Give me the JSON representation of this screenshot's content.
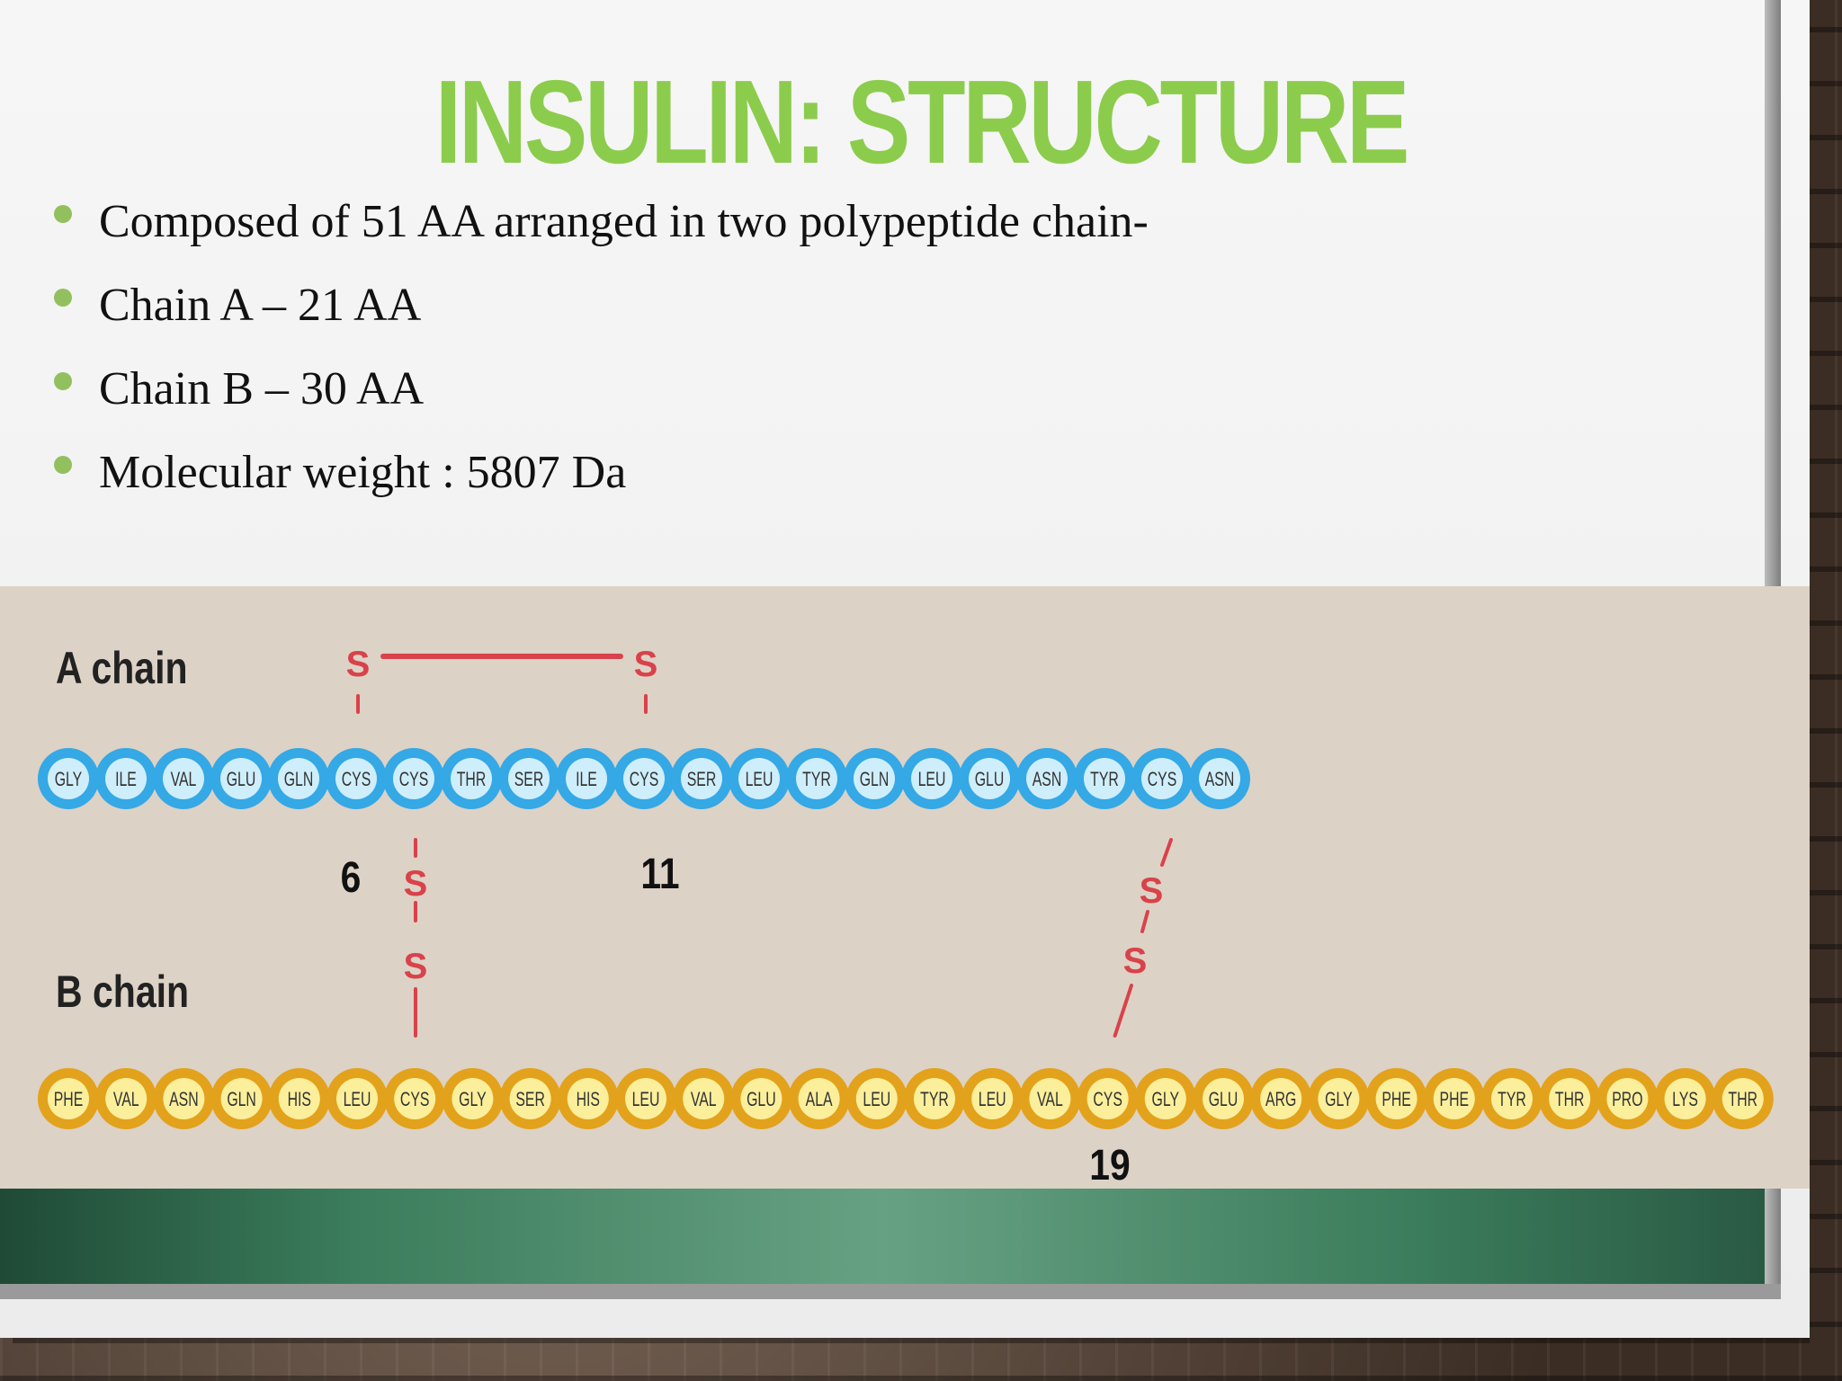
{
  "title": "INSULIN: STRUCTURE",
  "bullets": [
    "Composed of 51 AA arranged in two polypeptide chain-",
    "Chain A – 21 AA",
    "Chain B – 30 AA",
    "Molecular weight : 5807 Da"
  ],
  "diagram": {
    "a_chain_label": "A chain",
    "b_chain_label": "B chain",
    "a_chain": [
      "GLY",
      "ILE",
      "VAL",
      "GLU",
      "GLN",
      "CYS",
      "CYS",
      "THR",
      "SER",
      "ILE",
      "CYS",
      "SER",
      "LEU",
      "TYR",
      "GLN",
      "LEU",
      "GLU",
      "ASN",
      "TYR",
      "CYS",
      "ASN"
    ],
    "b_chain": [
      "PHE",
      "VAL",
      "ASN",
      "GLN",
      "HIS",
      "LEU",
      "CYS",
      "GLY",
      "SER",
      "HIS",
      "LEU",
      "VAL",
      "GLU",
      "ALA",
      "LEU",
      "TYR",
      "LEU",
      "VAL",
      "CYS",
      "GLY",
      "GLU",
      "ARG",
      "GLY",
      "PHE",
      "PHE",
      "TYR",
      "THR",
      "PRO",
      "LYS",
      "THR"
    ],
    "sulfur_label": "S",
    "position_labels": [
      "6",
      "11",
      "19"
    ],
    "colors": {
      "a_outer": "#35a8e6",
      "a_inner": "#cfeefb",
      "b_outer": "#e3a21c",
      "b_inner": "#fbef9c",
      "bond": "#d9424a"
    }
  }
}
